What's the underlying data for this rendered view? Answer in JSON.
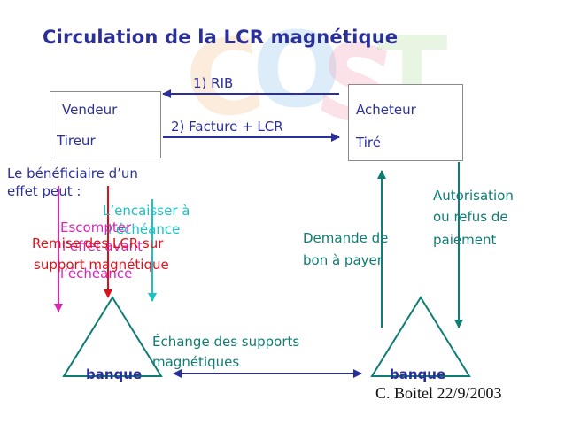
{
  "title": "Circulation de la LCR magnétique",
  "seller": {
    "name": "Vendeur",
    "role": "Tireur"
  },
  "buyer": {
    "name": "Acheteur",
    "role": "Tiré"
  },
  "arrows": {
    "rib": "1) RIB",
    "invoice": "2) Facture + LCR"
  },
  "beneficiary": {
    "intro_line1": "Le bénéficiaire d’un",
    "intro_line2": "effet peut :",
    "option_cash_line1": "L’encaisser à",
    "option_cash_line2": "l’échéance",
    "option_discount_line1": "Escompter",
    "option_discount_line2": "l’effet avant",
    "option_discount_line3": "l’échéance",
    "remittance_line1": "Remise des LCR sur",
    "remittance_line2": "support magnétique"
  },
  "payment_request_line1": "Demande de",
  "payment_request_line2": "bon à payer",
  "authorization_line1": "Autorisation",
  "authorization_line2": "ou refus de",
  "authorization_line3": "paiement",
  "exchange_line1": "Échange des supports",
  "exchange_line2": "magnétiques",
  "bank_left": "banque",
  "bank_right": "banque",
  "signature": "C. Boitel 22/9/2003",
  "colors": {
    "title": "#2a2f9a",
    "teal": "#0e7d74",
    "cyan": "#17c3c6",
    "red": "#e0101a",
    "magenta": "#d627b5"
  }
}
